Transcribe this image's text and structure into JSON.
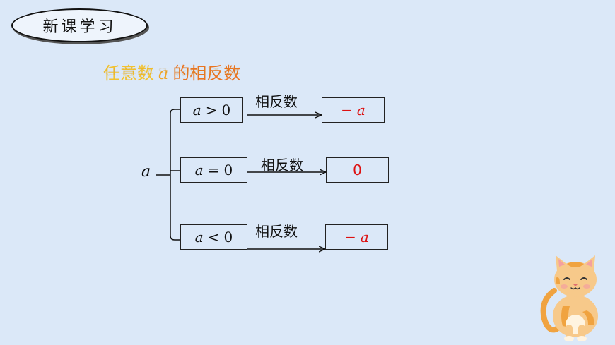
{
  "section_title": "新课学习",
  "heading": {
    "part1": "任意数",
    "variable": "a",
    "part2": "的相反数"
  },
  "root_variable": "a",
  "branches": [
    {
      "condition": {
        "var": "a",
        "op": ">",
        "num": "0"
      },
      "arrow_label": "相反数",
      "result": {
        "sign": "−",
        "var": "a"
      }
    },
    {
      "condition": {
        "var": "a",
        "op": "=",
        "num": "0"
      },
      "arrow_label": "相反数",
      "result": {
        "value": "0"
      }
    },
    {
      "condition": {
        "var": "a",
        "op": "<",
        "num": "0"
      },
      "arrow_label": "相反数",
      "result": {
        "sign": "−",
        "var": "a"
      }
    }
  ],
  "colors": {
    "background": "#dbe8f8",
    "heading_yellow": "#f2c230",
    "heading_orange": "#ea7420",
    "result_red": "#dd1111"
  },
  "decoration": {
    "icon": "cat-mascot-icon"
  }
}
